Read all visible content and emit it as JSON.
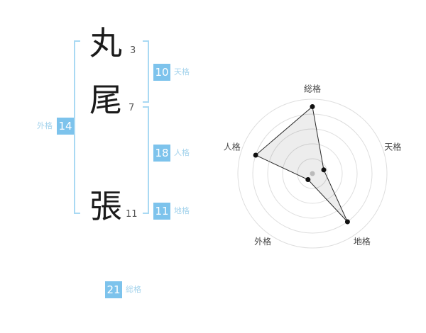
{
  "name": {
    "characters": [
      {
        "char": "丸",
        "strokes": "3"
      },
      {
        "char": "尾",
        "strokes": "7"
      },
      {
        "char": "張",
        "strokes": "11"
      }
    ],
    "kaku": {
      "gaikaku": {
        "label": "外格",
        "value": "14"
      },
      "tenkaku": {
        "label": "天格",
        "value": "10"
      },
      "jinkaku": {
        "label": "人格",
        "value": "18"
      },
      "chikaku": {
        "label": "地格",
        "value": "11"
      },
      "soukaku": {
        "label": "総格",
        "value": "21"
      }
    }
  },
  "colors": {
    "badge": "#7dc3ec",
    "bracket": "#a9d9f3",
    "kaku_label": "#a4d3ec",
    "ring": "#dedede",
    "polygon_stroke": "#2b2b2b",
    "polygon_fill": "rgba(0,0,0,0.07)",
    "axis_label": "#444444",
    "center_dot": "#c9c9c9"
  },
  "chart_data": {
    "type": "radar",
    "categories": [
      "総格",
      "天格",
      "地格",
      "外格",
      "人格"
    ],
    "values": [
      4.5,
      0.8,
      4.0,
      0.5,
      4.0
    ],
    "max": 5,
    "rings": 5,
    "start_angle_deg": -90,
    "direction": "clockwise",
    "title": "",
    "legend": "off",
    "grid": "concentric-circles"
  }
}
